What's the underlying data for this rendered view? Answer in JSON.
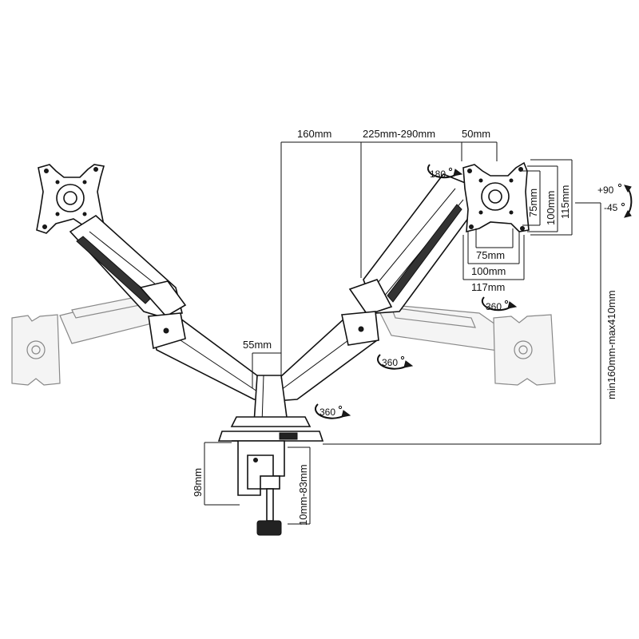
{
  "diagram": {
    "dimensions": {
      "arm_offset": "160mm",
      "arm_reach": "225mm-290mm",
      "plate_offset": "50mm",
      "column_width": "55mm",
      "clamp_height": "98mm",
      "desk_thickness": "10mm-83mm",
      "height_range": "min160mm-max410mm",
      "vesa_75_vertical": "75mm",
      "vesa_100_vertical": "100mm",
      "plate_height": "115mm",
      "vesa_75_horizontal": "75mm",
      "vesa_100_horizontal": "100mm",
      "plate_width": "117mm"
    },
    "rotations": {
      "rotate_180": "180",
      "rotate_360_head": "360",
      "rotate_360_arm": "360",
      "rotate_360_base": "360",
      "tilt_up": "+90",
      "tilt_down": "-45"
    },
    "colors": {
      "line": "#111111",
      "ghost": "#888888",
      "background": "#ffffff"
    }
  }
}
